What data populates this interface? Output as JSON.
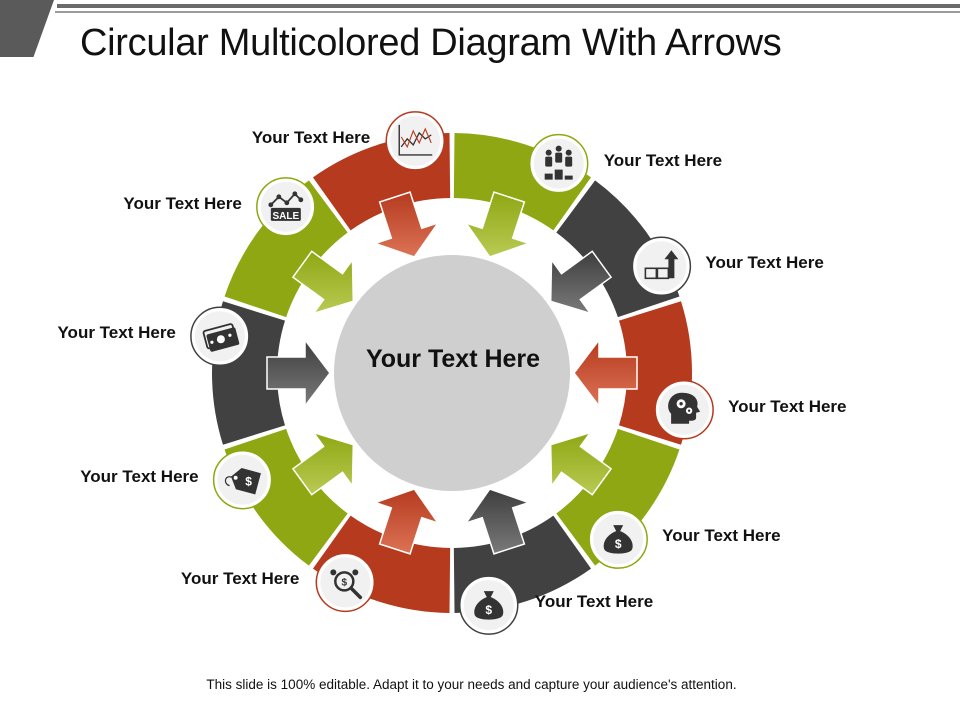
{
  "title": "Circular Multicolored Diagram With Arrows",
  "center": {
    "text": "Your Text Here"
  },
  "colors": {
    "red": "#b53a1e",
    "green": "#8fa712",
    "dark": "#414141",
    "center": "#d0cfd0"
  },
  "segments": [
    {
      "label": "Your Text Here",
      "color": "green",
      "icon": "podium-people-icon"
    },
    {
      "label": "Your Text Here",
      "color": "dark",
      "icon": "boxes-growth-arrow-icon"
    },
    {
      "label": "Your Text Here",
      "color": "red",
      "icon": "head-gears-icon"
    },
    {
      "label": "Your Text Here",
      "color": "green",
      "icon": "money-bag-icon"
    },
    {
      "label": "Your Text Here",
      "color": "dark",
      "icon": "money-bag-icon"
    },
    {
      "label": "Your Text Here",
      "color": "red",
      "icon": "money-search-icon"
    },
    {
      "label": "Your Text Here",
      "color": "green",
      "icon": "price-tag-icon"
    },
    {
      "label": "Your Text Here",
      "color": "dark",
      "icon": "banknotes-icon"
    },
    {
      "label": "Your Text Here",
      "color": "green",
      "icon": "sale-chart-icon"
    },
    {
      "label": "Your Text Here",
      "color": "red",
      "icon": "line-chart-icon"
    }
  ],
  "footer": "This slide is 100% editable. Adapt it to your needs and capture your audience's attention."
}
